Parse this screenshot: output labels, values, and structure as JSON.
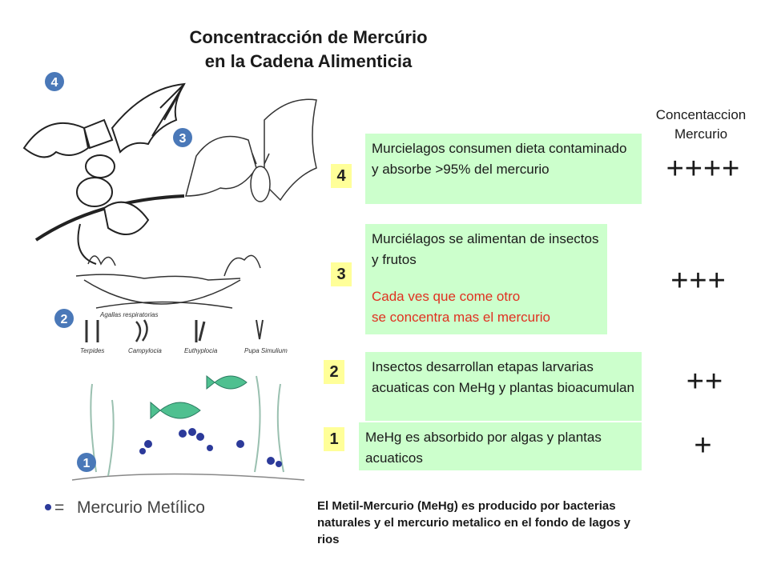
{
  "title": {
    "line1": "Concentracción de Mercúrio",
    "line2": "en la Cadena Alimenticia"
  },
  "concentration_header": {
    "line1": "Concentaccion",
    "line2": "Mercurio"
  },
  "levels": [
    {
      "number": "4",
      "text": "Murcielagos consumen dieta contaminado y absorbe  >95% del mercurio",
      "plus": "++++"
    },
    {
      "number": "3",
      "text": "Murciélagos se alimentan de insectos y frutos",
      "note_line1": "Cada ves  que come otro",
      "note_line2": "se concentra mas el mercurio",
      "plus": "+++"
    },
    {
      "number": "2",
      "text": "Insectos desarrollan etapas larvarias acuaticas con MeHg y plantas bioacumulan",
      "plus": "++"
    },
    {
      "number": "1",
      "text": "MeHg es absorbido por algas y plantas acuaticos",
      "plus": "+"
    }
  ],
  "image_markers": [
    "4",
    "3",
    "2",
    "1"
  ],
  "insect_labels": [
    "Terpides",
    "Campylocia",
    "Euthyplocia",
    "Pupa Simulium"
  ],
  "insect_sublabel": "Agallas respiratorias",
  "legend": {
    "label": "Mercurio Metílico",
    "symbol": "= "
  },
  "bottom_note": "El Metil-Mercurio (MeHg) es producido por bacterias naturales  y el mercurio metalico en el fondo de lagos y rios",
  "colors": {
    "box_green": "#ccffcc",
    "badge_yellow": "#ffff99",
    "marker_blue": "#4a78b8",
    "note_red": "#e03020",
    "fish_green": "#4fc090"
  }
}
